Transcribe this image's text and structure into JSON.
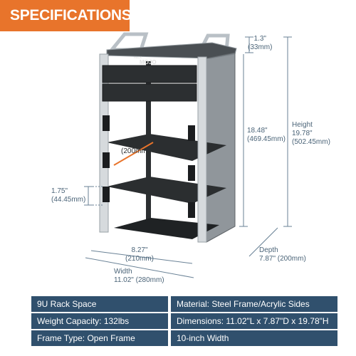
{
  "banner": {
    "title": "SPECIFICATIONS"
  },
  "logo": {
    "small": "RACK",
    "brand": "MOJO"
  },
  "dimensions": {
    "top_inch": "1.3\"",
    "top_mm": "(33mm)",
    "inner_height_inch": "18.48\"",
    "inner_height_mm": "(469.45mm)",
    "height_label": "Height",
    "height_inch": "19.78\"",
    "height_mm": "(502.45mm)",
    "inner_depth_inch": "7.87\"",
    "inner_depth_mm": "(200mm)",
    "unit_inch": "1.75\"",
    "unit_mm": "(44.45mm)",
    "inner_width_inch": "8.27\"",
    "inner_width_mm": "(210mm)",
    "depth_label": "Depth",
    "depth_value": "7.87\" (200mm)",
    "width_label": "Width",
    "width_value": "11.02\" (280mm)"
  },
  "specs": [
    {
      "left": "9U Rack Space",
      "right": "Material: Steel Frame/Acrylic Sides"
    },
    {
      "left": "Weight Capacity: 132lbs",
      "right": "Dimensions: 11.02\"L x 7.87\"D x 19.78\"H"
    },
    {
      "left": "Frame Type: Open Frame",
      "right": "10-inch Width"
    }
  ],
  "colors": {
    "banner": "#e8742b",
    "spec_bg": "#30506d",
    "dimension_line": "#6a8296"
  }
}
